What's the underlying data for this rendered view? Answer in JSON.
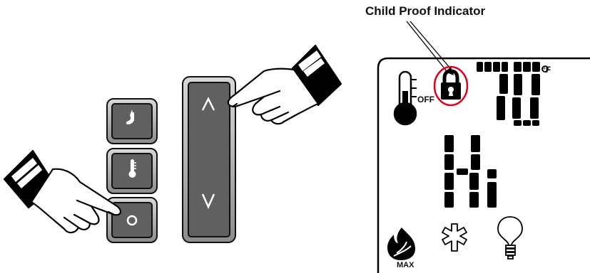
{
  "callout": {
    "text": "Child Proof Indicator"
  },
  "display": {
    "temperature": "70",
    "unit": "°F",
    "mode": "Hi",
    "off_label": "OFF",
    "flame_label": "MAX"
  },
  "colors": {
    "panel_fill": "#606060",
    "panel_border": "#111111",
    "highlight_circle": "#e0001a",
    "ink": "#000000"
  },
  "icons": {
    "buttons": [
      "flame-down-icon",
      "thermometer-icon",
      "power-icon",
      "up-chevron-icon",
      "down-chevron-icon"
    ],
    "display": [
      "thermometer-icon",
      "lock-icon",
      "flame-icon",
      "snowflake-icon",
      "lightbulb-icon"
    ],
    "hands": [
      "pointing-hand-icon",
      "pointing-hand-icon"
    ]
  }
}
